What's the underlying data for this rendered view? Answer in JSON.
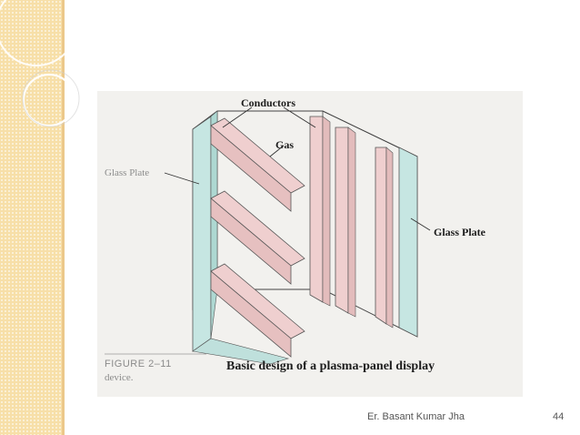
{
  "figure": {
    "labels": {
      "conductors": "Conductors",
      "gas": "Gas",
      "glass_plate_left": "Glass Plate",
      "glass_plate_right": "Glass Plate"
    },
    "figure_number": "FIGURE 2–11",
    "figure_fragment": "device.",
    "caption": "Basic design of a plasma-panel display",
    "colors": {
      "glass": "#c6e6e2",
      "conductor": "#efcfcf",
      "outline": "#444444",
      "figure_bg": "#f2f1ee"
    }
  },
  "footer": {
    "author": "Er. Basant Kumar Jha",
    "page": "44"
  },
  "decoration": {
    "strip_color": "#f7dfa8"
  }
}
